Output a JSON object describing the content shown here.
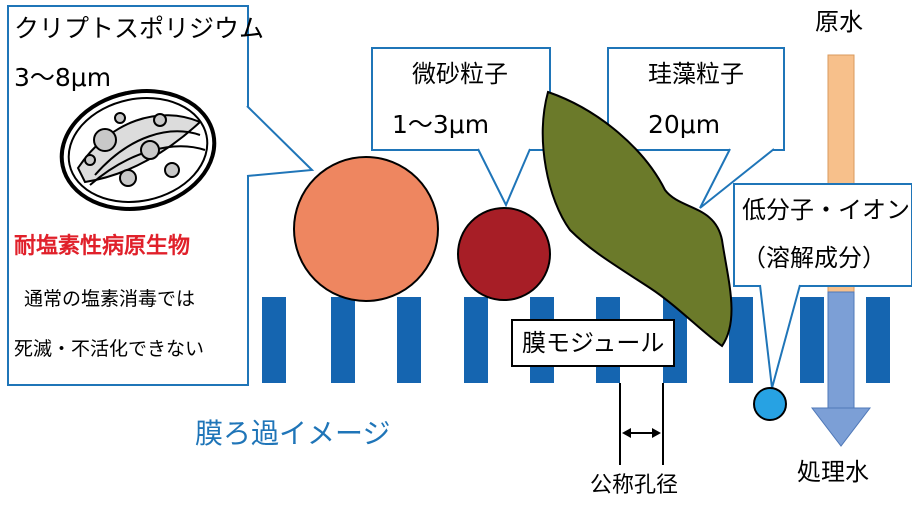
{
  "crypto": {
    "name": "クリプトスポリジウム",
    "size": "3〜8μm",
    "resistant": "耐塩素性病原生物",
    "note_line1": "通常の塩素消毒では",
    "note_line2": "死滅・不活化できない"
  },
  "fine_sand": {
    "name": "微砂粒子",
    "size": "1〜3μm"
  },
  "diatom": {
    "name": "珪藻粒子",
    "size": "20μm"
  },
  "ion": {
    "line1": "低分子・イオン",
    "line2": "（溶解成分）"
  },
  "raw_water": "原水",
  "treated_water": "処理水",
  "membrane_module": "膜モジュール",
  "filtration_image": "膜ろ過イメージ",
  "nominal_pore": "公称孔径",
  "colors": {
    "membrane": "#1565b0",
    "callout_border": "#1f75b8",
    "crypto_fill": "#ee8660",
    "sand_fill": "#a71e26",
    "diatom_fill": "#6b7a2a",
    "ion_fill": "#27a2e3",
    "raw_arrow": "#f7c08b",
    "treated_arrow": "#7c9fd6",
    "resistant_text": "#e0202a",
    "title_text": "#1f75b8"
  }
}
